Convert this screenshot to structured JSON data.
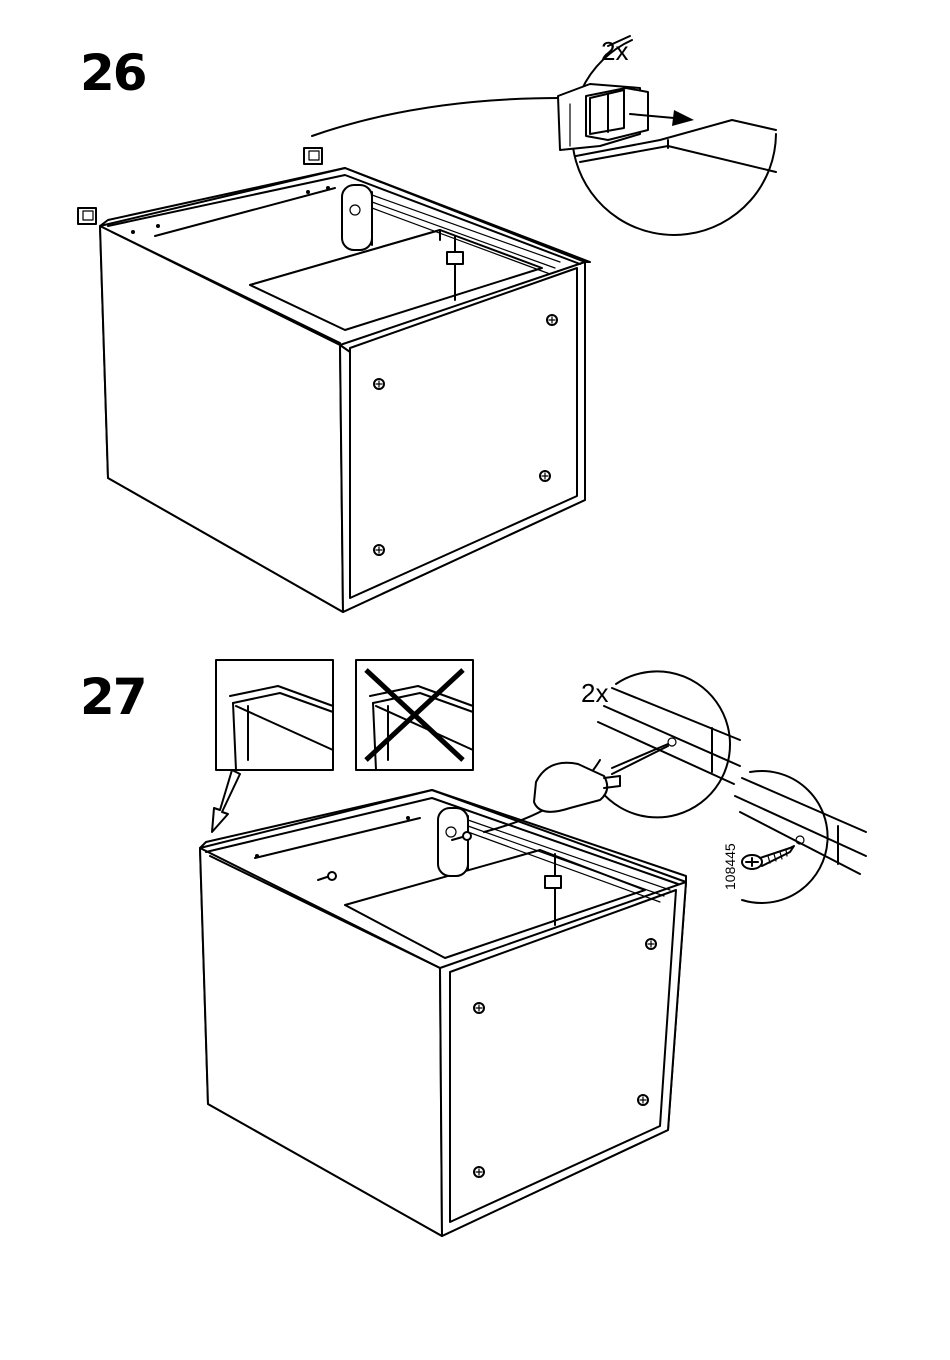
{
  "steps": [
    {
      "number": "26",
      "callout_quantity": "2x"
    },
    {
      "number": "27",
      "callout_quantity": "2x",
      "part_number": "108445"
    }
  ],
  "icons": {
    "correct_frame": "correct-example-frame",
    "incorrect_frame": "incorrect-example-cross",
    "tool": "screwdriver-icon",
    "part": "screw-icon"
  }
}
